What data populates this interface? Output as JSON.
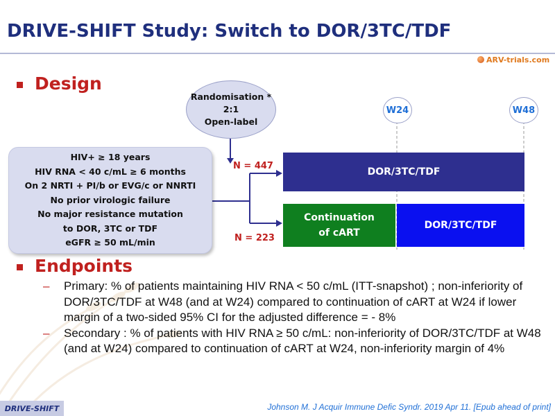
{
  "title": "DRIVE-SHIFT Study: Switch to DOR/3TC/TDF",
  "logo_text": "ARV-trials.com",
  "design_heading": "Design",
  "randomisation": {
    "line1": "Randomisation *",
    "line2": "2:1",
    "line3": "Open-label"
  },
  "timepoints": [
    "W24",
    "W48"
  ],
  "criteria": [
    "HIV+ ≥ 18 years",
    "HIV RNA < 40 c/mL ≥ 6 months",
    "On 2 NRTI + PI/b or EVG/c or NNRTI",
    "No prior virologic failure",
    "No major  resistance mutation",
    "to DOR, 3TC or TDF",
    "eGFR ≥ 50 mL/min"
  ],
  "arms": {
    "arm1": {
      "n_label": "N = 447",
      "regimen": "DOR/3TC/TDF"
    },
    "arm2": {
      "n_label": "N = 223",
      "continuation_line1": "Continuation",
      "continuation_line2": "of cART",
      "regimen": "DOR/3TC/TDF"
    }
  },
  "colors": {
    "title": "#1f2f7d",
    "heading": "#c0211f",
    "arm1_box": "#2e2f8f",
    "continuation_box": "#0f7f1f",
    "arm2_box": "#0a10f0",
    "timepoint_text": "#1f6fd6"
  },
  "endpoints_heading": "Endpoints",
  "endpoints": [
    "Primary: % of patients maintaining HIV RNA < 50 c/mL (ITT-snapshot) ; non-inferiority of DOR/3TC/TDF at W48 (and at W24) compared to continuation of cART at W24 if lower margin of a two-sided 95% CI for the adjusted difference = - 8%",
    "Secondary : % of patients with HIV RNA ≥ 50 c/mL: non-inferiority of DOR/3TC/TDF at W48 (and at W24) compared to continuation of cART at W24, non-inferiority margin of 4%"
  ],
  "footer_tag": "DRIVE-SHIFT",
  "citation": "Johnson M.  J Acquir Immune Defic Syndr. 2019 Apr 11. [Epub ahead of print]"
}
